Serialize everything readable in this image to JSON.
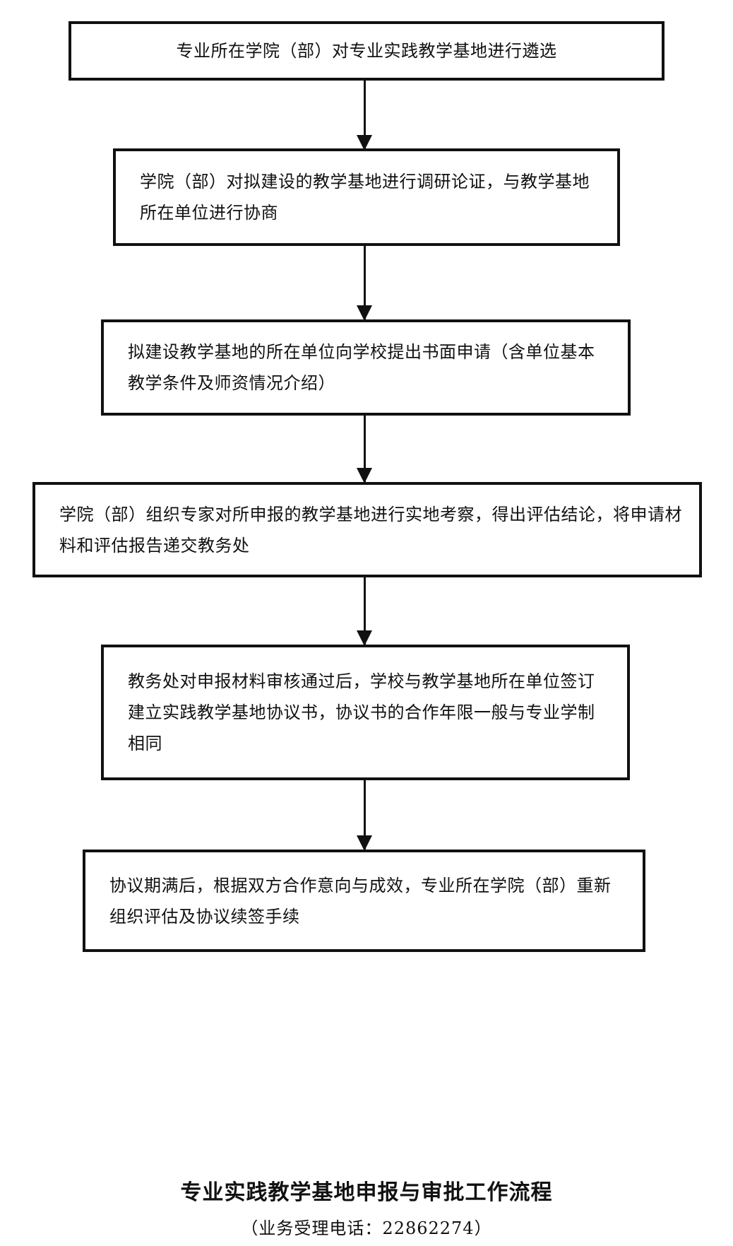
{
  "flowchart": {
    "steps": [
      {
        "text": "专业所在学院（部）对专业实践教学基地进行遴选"
      },
      {
        "text": "学院（部）对拟建设的教学基地进行调研论证，与教学基地所在单位进行协商"
      },
      {
        "text": "拟建设教学基地的所在单位向学校提出书面申请（含单位基本教学条件及师资情况介绍）"
      },
      {
        "text": "学院（部）组织专家对所申报的教学基地进行实地考察，得出评估结论，将申请材料和评估报告递交教务处"
      },
      {
        "text": "教务处对申报材料审核通过后，学校与教学基地所在单位签订建立实践教学基地协议书，协议书的合作年限一般与专业学制相同"
      },
      {
        "text": "协议期满后，根据双方合作意向与成效，专业所在学院（部）重新组织评估及协议续签手续"
      }
    ],
    "arrow_icon": "down-arrow-icon"
  },
  "caption": {
    "title": "专业实践教学基地申报与审批工作流程",
    "subtitle": "（业务受理电话：22862274）"
  },
  "colors": {
    "line": "#111111",
    "background": "#ffffff"
  }
}
